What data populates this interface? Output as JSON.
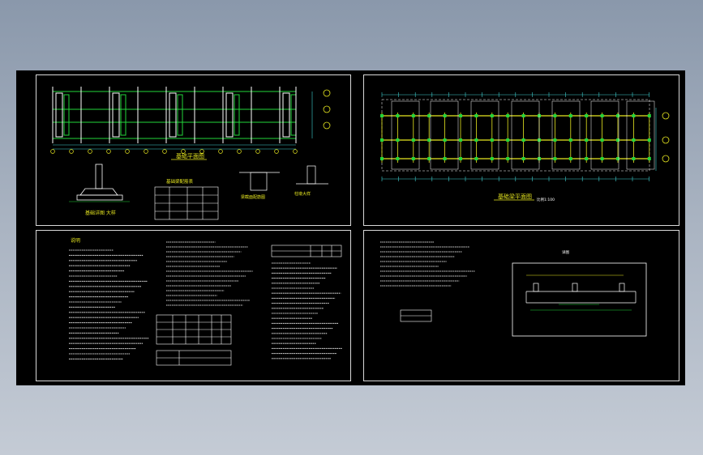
{
  "colors": {
    "background_top": "#8a98ab",
    "background_bottom": "#c4cbd5",
    "paper": "#000000",
    "frame": "#d8d8d8",
    "beam_green": "#22d63a",
    "grid_yellow": "#e8e820",
    "column_white": "#ffffff",
    "dimension_cyan": "#3fd0d0"
  },
  "icons": {
    "axis_marker": "axis-bubble-icon",
    "elevation_marker": "elevation-icon"
  },
  "sheets": {
    "plan": {
      "title": "基础平面图",
      "detail_title": "基础详图 大样",
      "table_title": "基础梁配筋表",
      "section_title": "梁截面配筋图",
      "small_detail_title": "柱墩大样"
    },
    "beam_plan": {
      "title": "基础梁平面图",
      "scale_note": "比例1:100"
    },
    "notes_left": {
      "heading": "说明"
    },
    "notes_right": {
      "detail_title": "详图"
    }
  }
}
